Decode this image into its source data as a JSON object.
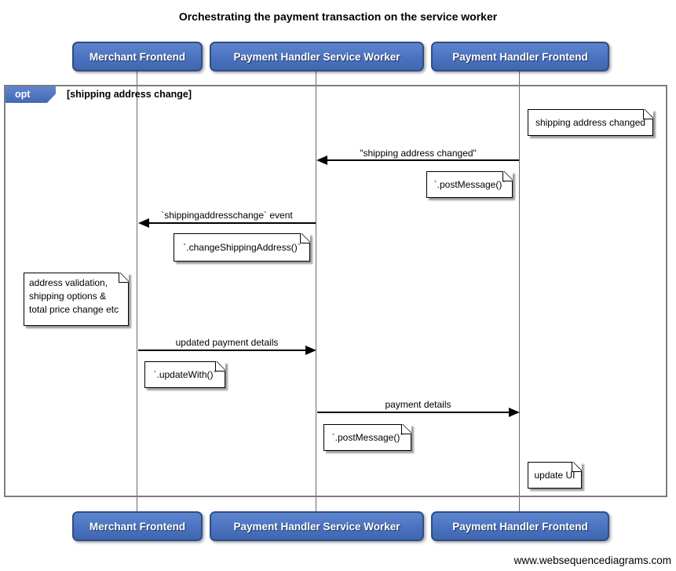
{
  "title": "Orchestrating the payment transaction on the service worker",
  "actors": [
    {
      "label": "Merchant Frontend"
    },
    {
      "label": "Payment Handler Service Worker"
    },
    {
      "label": "Payment Handler Frontend"
    }
  ],
  "frame": {
    "operator": "opt",
    "condition": "[shipping address change]"
  },
  "messages": [
    {
      "label": "\"shipping address changed\"",
      "from": "Payment Handler Frontend",
      "to": "Payment Handler Service Worker",
      "direction": "left"
    },
    {
      "label": "`shippingaddresschange` event",
      "from": "Payment Handler Service Worker",
      "to": "Merchant Frontend",
      "direction": "left"
    },
    {
      "label": "updated payment details",
      "from": "Merchant Frontend",
      "to": "Payment Handler Service Worker",
      "direction": "right"
    },
    {
      "label": "payment details",
      "from": "Payment Handler Service Worker",
      "to": "Payment Handler Frontend",
      "direction": "right"
    }
  ],
  "notes": [
    {
      "text": "shipping address changed"
    },
    {
      "text": "`.postMessage()`"
    },
    {
      "text": "`.changeShippingAddress()`"
    },
    {
      "text": "address validation,\nshipping options &\ntotal price change etc"
    },
    {
      "text": "`.updateWith()`"
    },
    {
      "text": "`.postMessage()`"
    },
    {
      "text": "update UI"
    }
  ],
  "watermark": "www.websequencediagrams.com",
  "colors": {
    "actor_fill": "#4a72c0",
    "actor_border": "#2f4d87",
    "frame_border": "#7e7e7e",
    "note_fill": "#ffffff",
    "line_black": "#000000",
    "lifeline_gray": "#6a6a6a"
  }
}
